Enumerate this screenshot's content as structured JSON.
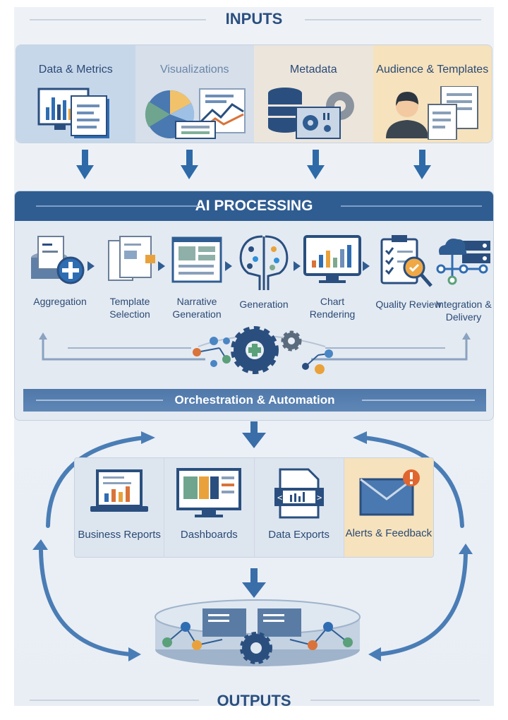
{
  "inputs": {
    "title": "INPUTS",
    "items": [
      {
        "label": "Data & Metrics",
        "icon": "monitor-bar-chart-document-icon",
        "bg": "#c7d7ea"
      },
      {
        "label": "Visualizations",
        "icon": "pie-chart-line-chart-icon",
        "bg": "#d6dfea"
      },
      {
        "label": "Metadata",
        "icon": "database-gear-icon",
        "bg": "#ece5dc"
      },
      {
        "label": "Audience & Templates",
        "icon": "user-documents-icon",
        "bg": "#f6e2bd"
      }
    ]
  },
  "processing": {
    "title": "AI PROCESSING",
    "steps": [
      {
        "label": "Aggregation",
        "icon": "database-add-icon"
      },
      {
        "label": "Template Selection",
        "icon": "documents-icon"
      },
      {
        "label": "Narrative Generation",
        "icon": "document-layout-icon"
      },
      {
        "label": "Generation",
        "icon": "brain-circuit-icon"
      },
      {
        "label": "Chart Rendering",
        "icon": "monitor-chart-icon"
      },
      {
        "label": "Quality Review",
        "icon": "clipboard-magnifier-check-icon"
      },
      {
        "label": "Integration & Delivery",
        "icon": "cloud-server-network-icon"
      }
    ],
    "orchestration": "Orchestration & Automation"
  },
  "outputs": {
    "title": "OUTPUTS",
    "items": [
      {
        "label": "Business Reports",
        "icon": "laptop-report-icon"
      },
      {
        "label": "Dashboards",
        "icon": "monitor-dashboard-icon"
      },
      {
        "label": "Data Exports",
        "icon": "code-document-icon"
      },
      {
        "label": "Alerts & Feedback",
        "icon": "envelope-alert-icon"
      }
    ]
  },
  "colors": {
    "primary": "#2f5d92",
    "accent_orange": "#e9a23b",
    "alert_red": "#e0662f",
    "green": "#5aa07a"
  }
}
